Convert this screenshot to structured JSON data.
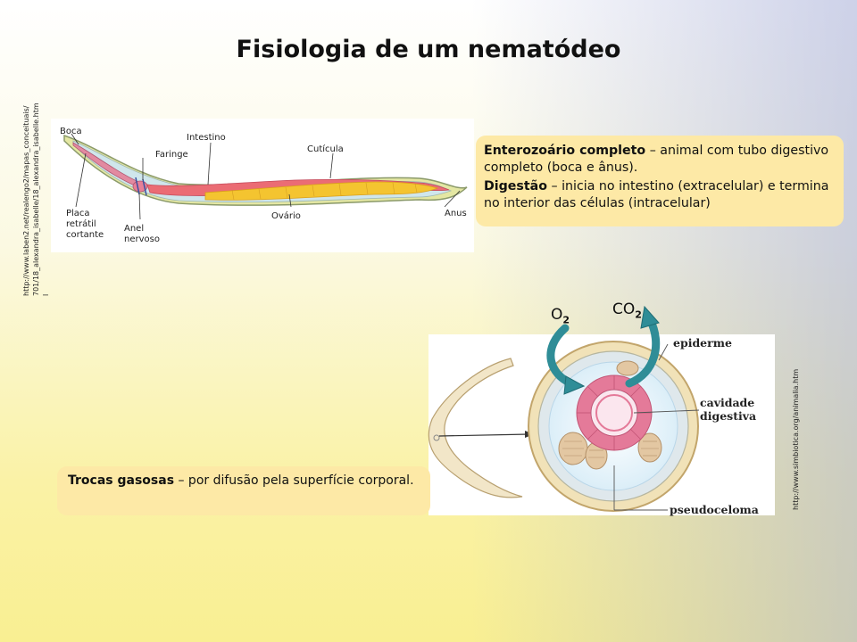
{
  "title": "Fisiologia de um nematódeo",
  "source_urls": {
    "worm_line1": "http://www.laben2.net/realengo2/mapas_conceituais/",
    "worm_line2": "701/18_alexandra_isabelle/18_alexandra_isabelle.htm",
    "worm_line3": "l",
    "section": "http://www.simbiotica.org/animalia.htm"
  },
  "worm_labels": {
    "boca": "Boca",
    "intestino": "Intestino",
    "faringe": "Faringe",
    "cuticula": "Cutícula",
    "placa_1": "Placa",
    "placa_2": "retrátil",
    "placa_3": "cortante",
    "anel_1": "Anel",
    "anel_2": "nervoso",
    "ovario": "Ovário",
    "anus": "Anus"
  },
  "section_labels": {
    "epiderme": "epiderme",
    "cavidade_1": "cavidade",
    "cavidade_2": "digestiva",
    "pseudoceloma": "pseudoceloma"
  },
  "gases": {
    "o2_symbol": "O",
    "o2_sub": "2",
    "co2_symbol": "CO",
    "co2_sub": "2"
  },
  "box_digestion": {
    "term1": "Enterozoário completo",
    "text1": " – animal com tubo digestivo completo (boca e ânus).",
    "term2": "Digestão",
    "text2": " – inicia no intestino (extracelular) e termina no interior das células (intracelular)"
  },
  "box_gas": {
    "term": "Trocas gasosas",
    "text": " – por difusão pela superfície corporal."
  },
  "colors": {
    "box_fill": "#fde9a6",
    "arrow": "#2f8d97",
    "intestine": "#e9627b",
    "ovary": "#f4c430"
  }
}
